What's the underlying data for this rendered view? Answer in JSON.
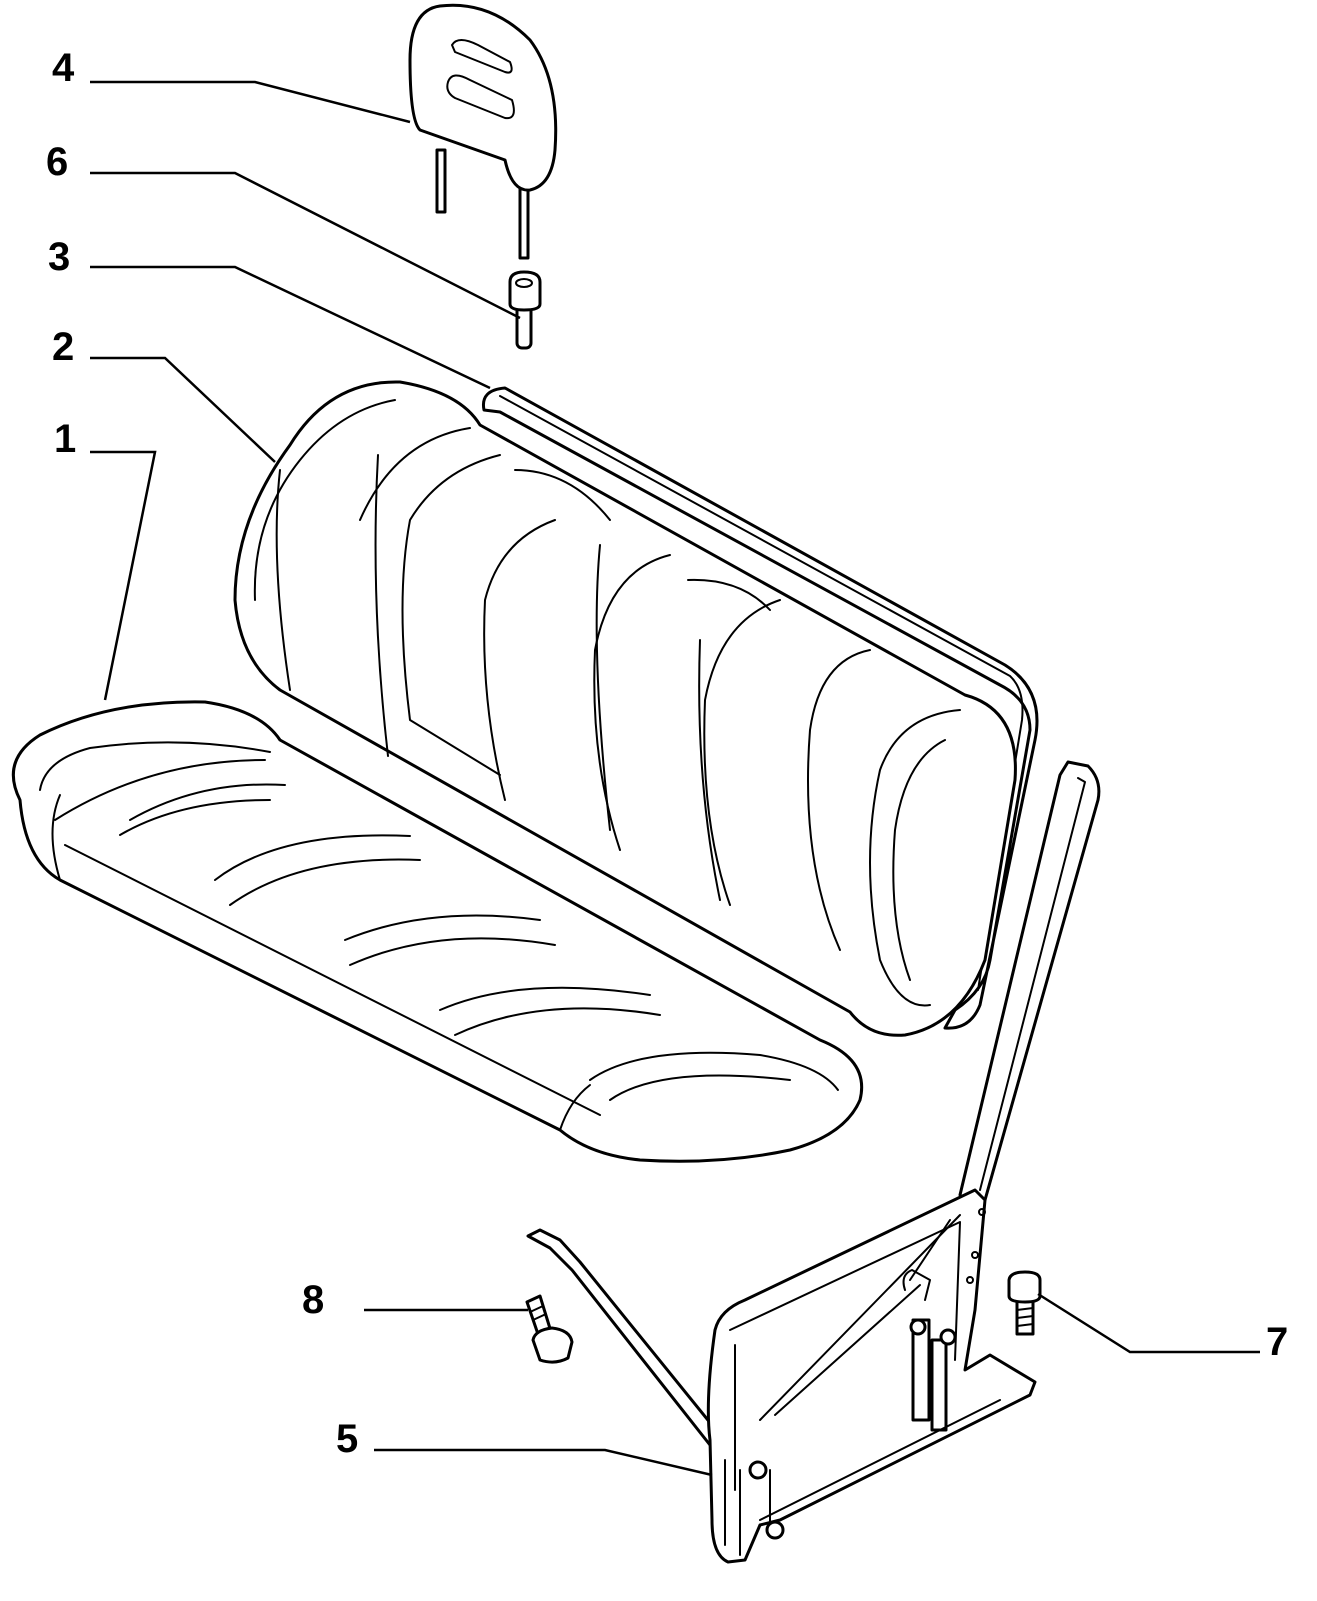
{
  "callouts": [
    {
      "id": "1",
      "label": "1",
      "part": "seat-cushion"
    },
    {
      "id": "2",
      "label": "2",
      "part": "backrest"
    },
    {
      "id": "3",
      "label": "3",
      "part": "backrest-trim-strip"
    },
    {
      "id": "4",
      "label": "4",
      "part": "headrest"
    },
    {
      "id": "5",
      "label": "5",
      "part": "seat-frame"
    },
    {
      "id": "6",
      "label": "6",
      "part": "headrest-guide"
    },
    {
      "id": "7",
      "label": "7",
      "part": "bolt"
    },
    {
      "id": "8",
      "label": "8",
      "part": "bolt"
    }
  ]
}
